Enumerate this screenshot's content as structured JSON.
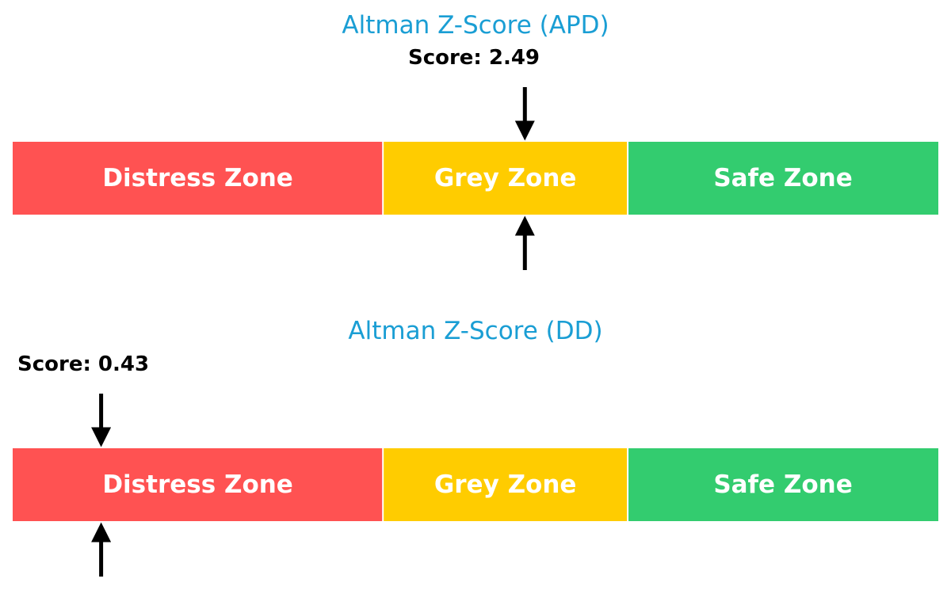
{
  "chart_data": [
    {
      "type": "gauge",
      "title": "Altman Z-Score (APD)",
      "score": 2.49,
      "score_label": "Score: 2.49",
      "xlim": [
        0,
        4.5
      ],
      "zones": [
        {
          "label": "Distress Zone",
          "from": 0,
          "to": 1.8,
          "color": "#ff5252"
        },
        {
          "label": "Grey Zone",
          "from": 1.8,
          "to": 2.99,
          "color": "#ffcc00"
        },
        {
          "label": "Safe Zone",
          "from": 2.99,
          "to": 5.0,
          "color": "#33cc6f"
        }
      ]
    },
    {
      "type": "gauge",
      "title": "Altman Z-Score (DD)",
      "score": 0.43,
      "score_label": "Score: 0.43",
      "xlim": [
        0,
        4.5
      ],
      "zones": [
        {
          "label": "Distress Zone",
          "from": 0,
          "to": 1.8,
          "color": "#ff5252"
        },
        {
          "label": "Grey Zone",
          "from": 1.8,
          "to": 2.99,
          "color": "#ffcc00"
        },
        {
          "label": "Safe Zone",
          "from": 2.99,
          "to": 5.0,
          "color": "#33cc6f"
        }
      ]
    }
  ],
  "title_color": "#1a9ed4",
  "arrow_color": "#000000"
}
